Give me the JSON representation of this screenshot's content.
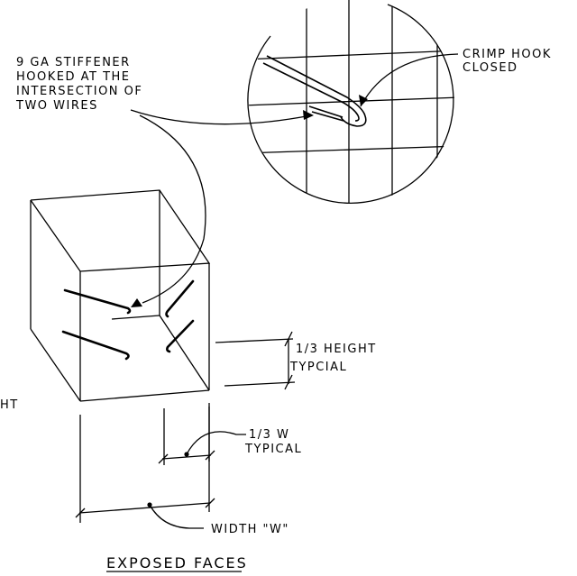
{
  "labels": {
    "stiffener_note": [
      "9 GA STIFFENER",
      "HOOKED AT THE",
      "INTERSECTION OF",
      "TWO WIRES"
    ],
    "crimp_note": [
      "CRIMP HOOK",
      "CLOSED"
    ],
    "height_note": [
      "1/3 HEIGHT",
      "TYPCIAL"
    ],
    "width_third_note": [
      "1/3 W",
      "TYPICAL"
    ],
    "width_note": "WIDTH \"W\"",
    "left_partial": "HT",
    "title": "EXPOSED FACES"
  }
}
